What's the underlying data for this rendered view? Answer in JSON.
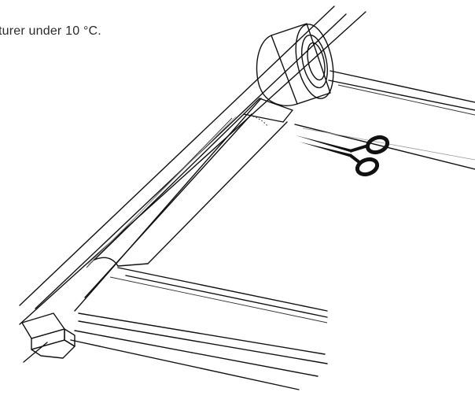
{
  "caption": {
    "text": "turer under 10 °C."
  },
  "illustration": {
    "objects": [
      "tape-roll",
      "scissors",
      "window-frame",
      "tape-strip"
    ],
    "stroke_color": "#111111",
    "background_color": "#ffffff"
  }
}
